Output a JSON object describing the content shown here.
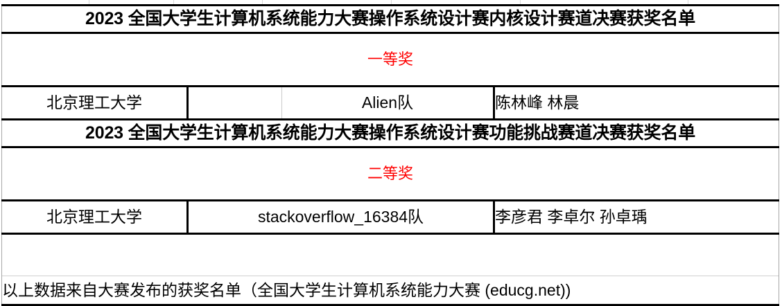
{
  "document": {
    "type": "spreadsheet-award-list",
    "accent_red": "#FF0000",
    "text_color": "#000000"
  },
  "sections": [
    {
      "title": "2023 全国大学生计算机系统能力大赛操作系统设计赛内核设计赛道决赛获奖名单",
      "prize": "一等奖",
      "row": {
        "school": "北京理工大学",
        "blank": "",
        "team": "Alien队",
        "members": "陈林峰 林晨"
      }
    },
    {
      "title": "2023 全国大学生计算机系统能力大赛操作系统设计赛功能挑战赛道决赛获奖名单",
      "prize": "二等奖",
      "row": {
        "school": "北京理工大学",
        "team": "stackoverflow_16384队",
        "members": "李彦君 李卓尔 孙卓瑀"
      }
    }
  ],
  "footer": {
    "note": "以上数据来自大赛发布的获奖名单（全国大学生计算机系统能力大赛 (educg.net))"
  }
}
